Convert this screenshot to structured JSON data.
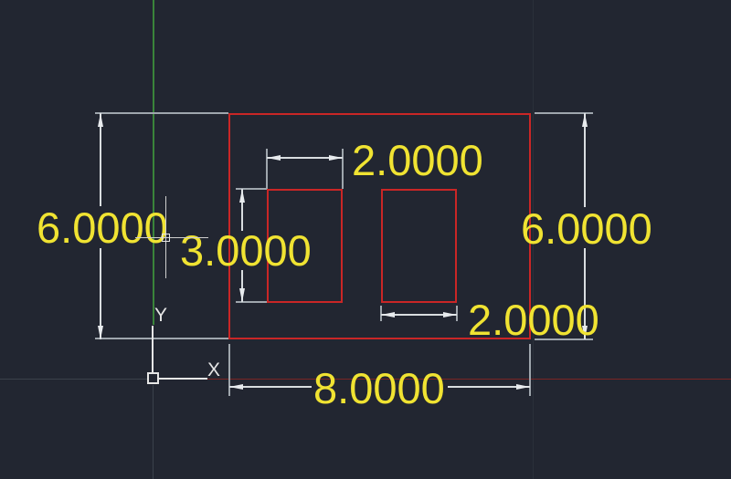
{
  "app": {
    "type": "cad-model-space-viewport",
    "description": "CAD drawing canvas showing an 8 x 6 rectangle containing two 2 x 3 rectangles, fully dimensioned"
  },
  "palette": {
    "background": "#222631",
    "entity_red": "#ca2626",
    "dimension_text_yellow": "#f0e332",
    "dimension_line_gray": "#d9dde0",
    "extension_line_gray": "#9fa6ad",
    "axis_y_positive_green": "#3a843a",
    "axis_x_positive_red": "#7b2525",
    "axis_negative_gray": "#3b414b",
    "grid_line": "#2a303a",
    "crosshair_gray": "#cfcfcf",
    "ucs_icon_white": "#e6e6e6"
  },
  "dimensions": {
    "outer_height_left": "6.0000",
    "outer_height_right": "6.0000",
    "outer_width_bottom": "8.0000",
    "inner_width_top": "2.0000",
    "inner_height_left": "3.0000",
    "inner_width_bottom": "2.0000"
  },
  "ucs": {
    "x_label": "X",
    "y_label": "Y"
  }
}
